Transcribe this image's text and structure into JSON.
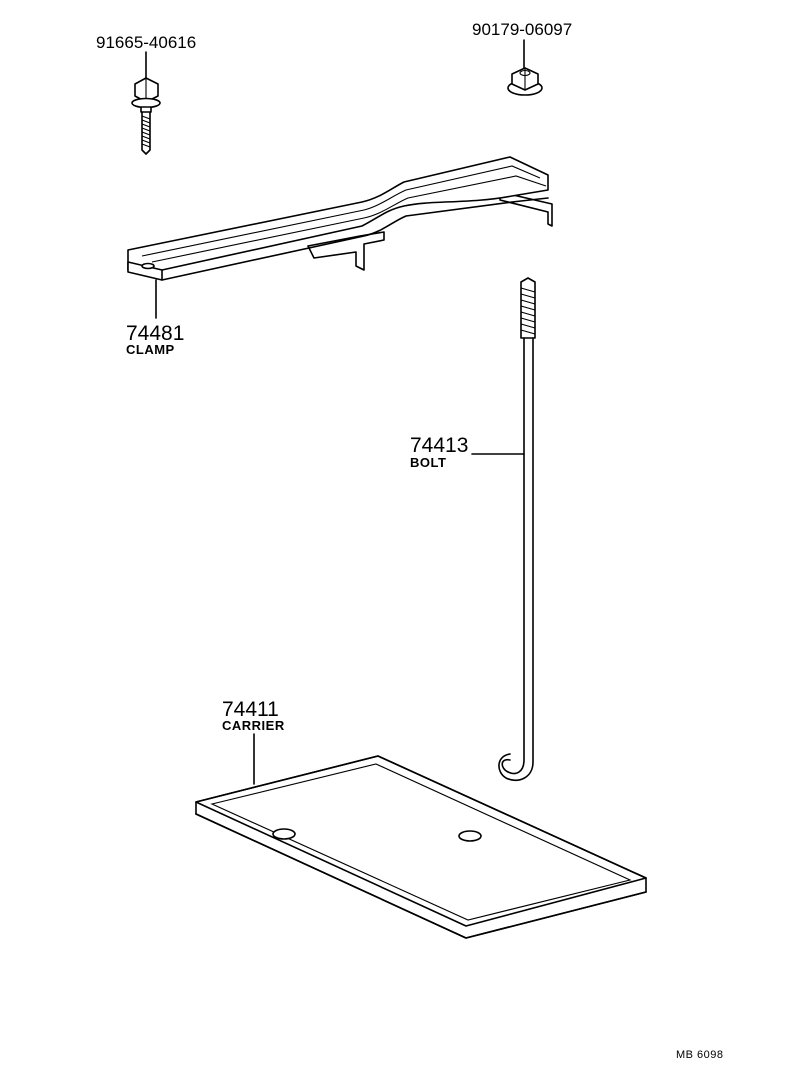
{
  "parts": {
    "bolt_small": {
      "number": "91665-40616"
    },
    "nut": {
      "number": "90179-06097"
    },
    "clamp": {
      "number": "74481",
      "name": "CLAMP"
    },
    "bolt_long": {
      "number": "74413",
      "name": "BOLT"
    },
    "carrier": {
      "number": "74411",
      "name": "CARRIER"
    }
  },
  "footer": {
    "ref": "MB  6098"
  },
  "colors": {
    "ink": "#000000",
    "paper": "#ffffff"
  }
}
